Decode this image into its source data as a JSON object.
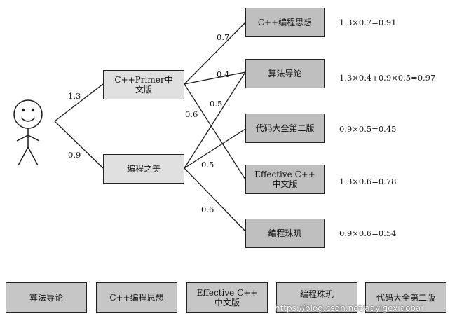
{
  "sources": [
    {
      "label_lines": [
        "C++Primer中",
        "文版"
      ]
    },
    {
      "label_lines": [
        "编程之美"
      ]
    }
  ],
  "source_weights": [
    "1.3",
    "0.9"
  ],
  "books": [
    {
      "label_lines": [
        "C++编程思想"
      ],
      "formula": "1.3×0.7=0.91"
    },
    {
      "label_lines": [
        "算法导论"
      ],
      "formula": "1.3×0.4+0.9×0.5=0.97"
    },
    {
      "label_lines": [
        "代码大全第二版"
      ],
      "formula": "0.9×0.5=0.45"
    },
    {
      "label_lines": [
        "Effective C++",
        "中文版"
      ],
      "formula": "1.3×0.6=0.78"
    },
    {
      "label_lines": [
        "编程珠玑"
      ],
      "formula": "0.9×0.6=0.54"
    }
  ],
  "edge_weights": [
    "0.7",
    "0.4",
    "0.6",
    "0.5",
    "0.5",
    "0.6"
  ],
  "ranked": [
    {
      "label_lines": [
        "算法导论"
      ]
    },
    {
      "label_lines": [
        "C++编程思想"
      ]
    },
    {
      "label_lines": [
        "Effective C++",
        "中文版"
      ]
    },
    {
      "label_lines": [
        "编程珠玑"
      ]
    },
    {
      "label_lines": [
        "代码大全第二版"
      ]
    }
  ],
  "watermark": "https://blog.csdn.net/aayigexiaobai",
  "colors": {
    "source_fill": "#e0e0e0",
    "book_fill": "#bfbfbf",
    "ranked_fill": "#c6c6c6",
    "line": "#1a1a1a"
  }
}
